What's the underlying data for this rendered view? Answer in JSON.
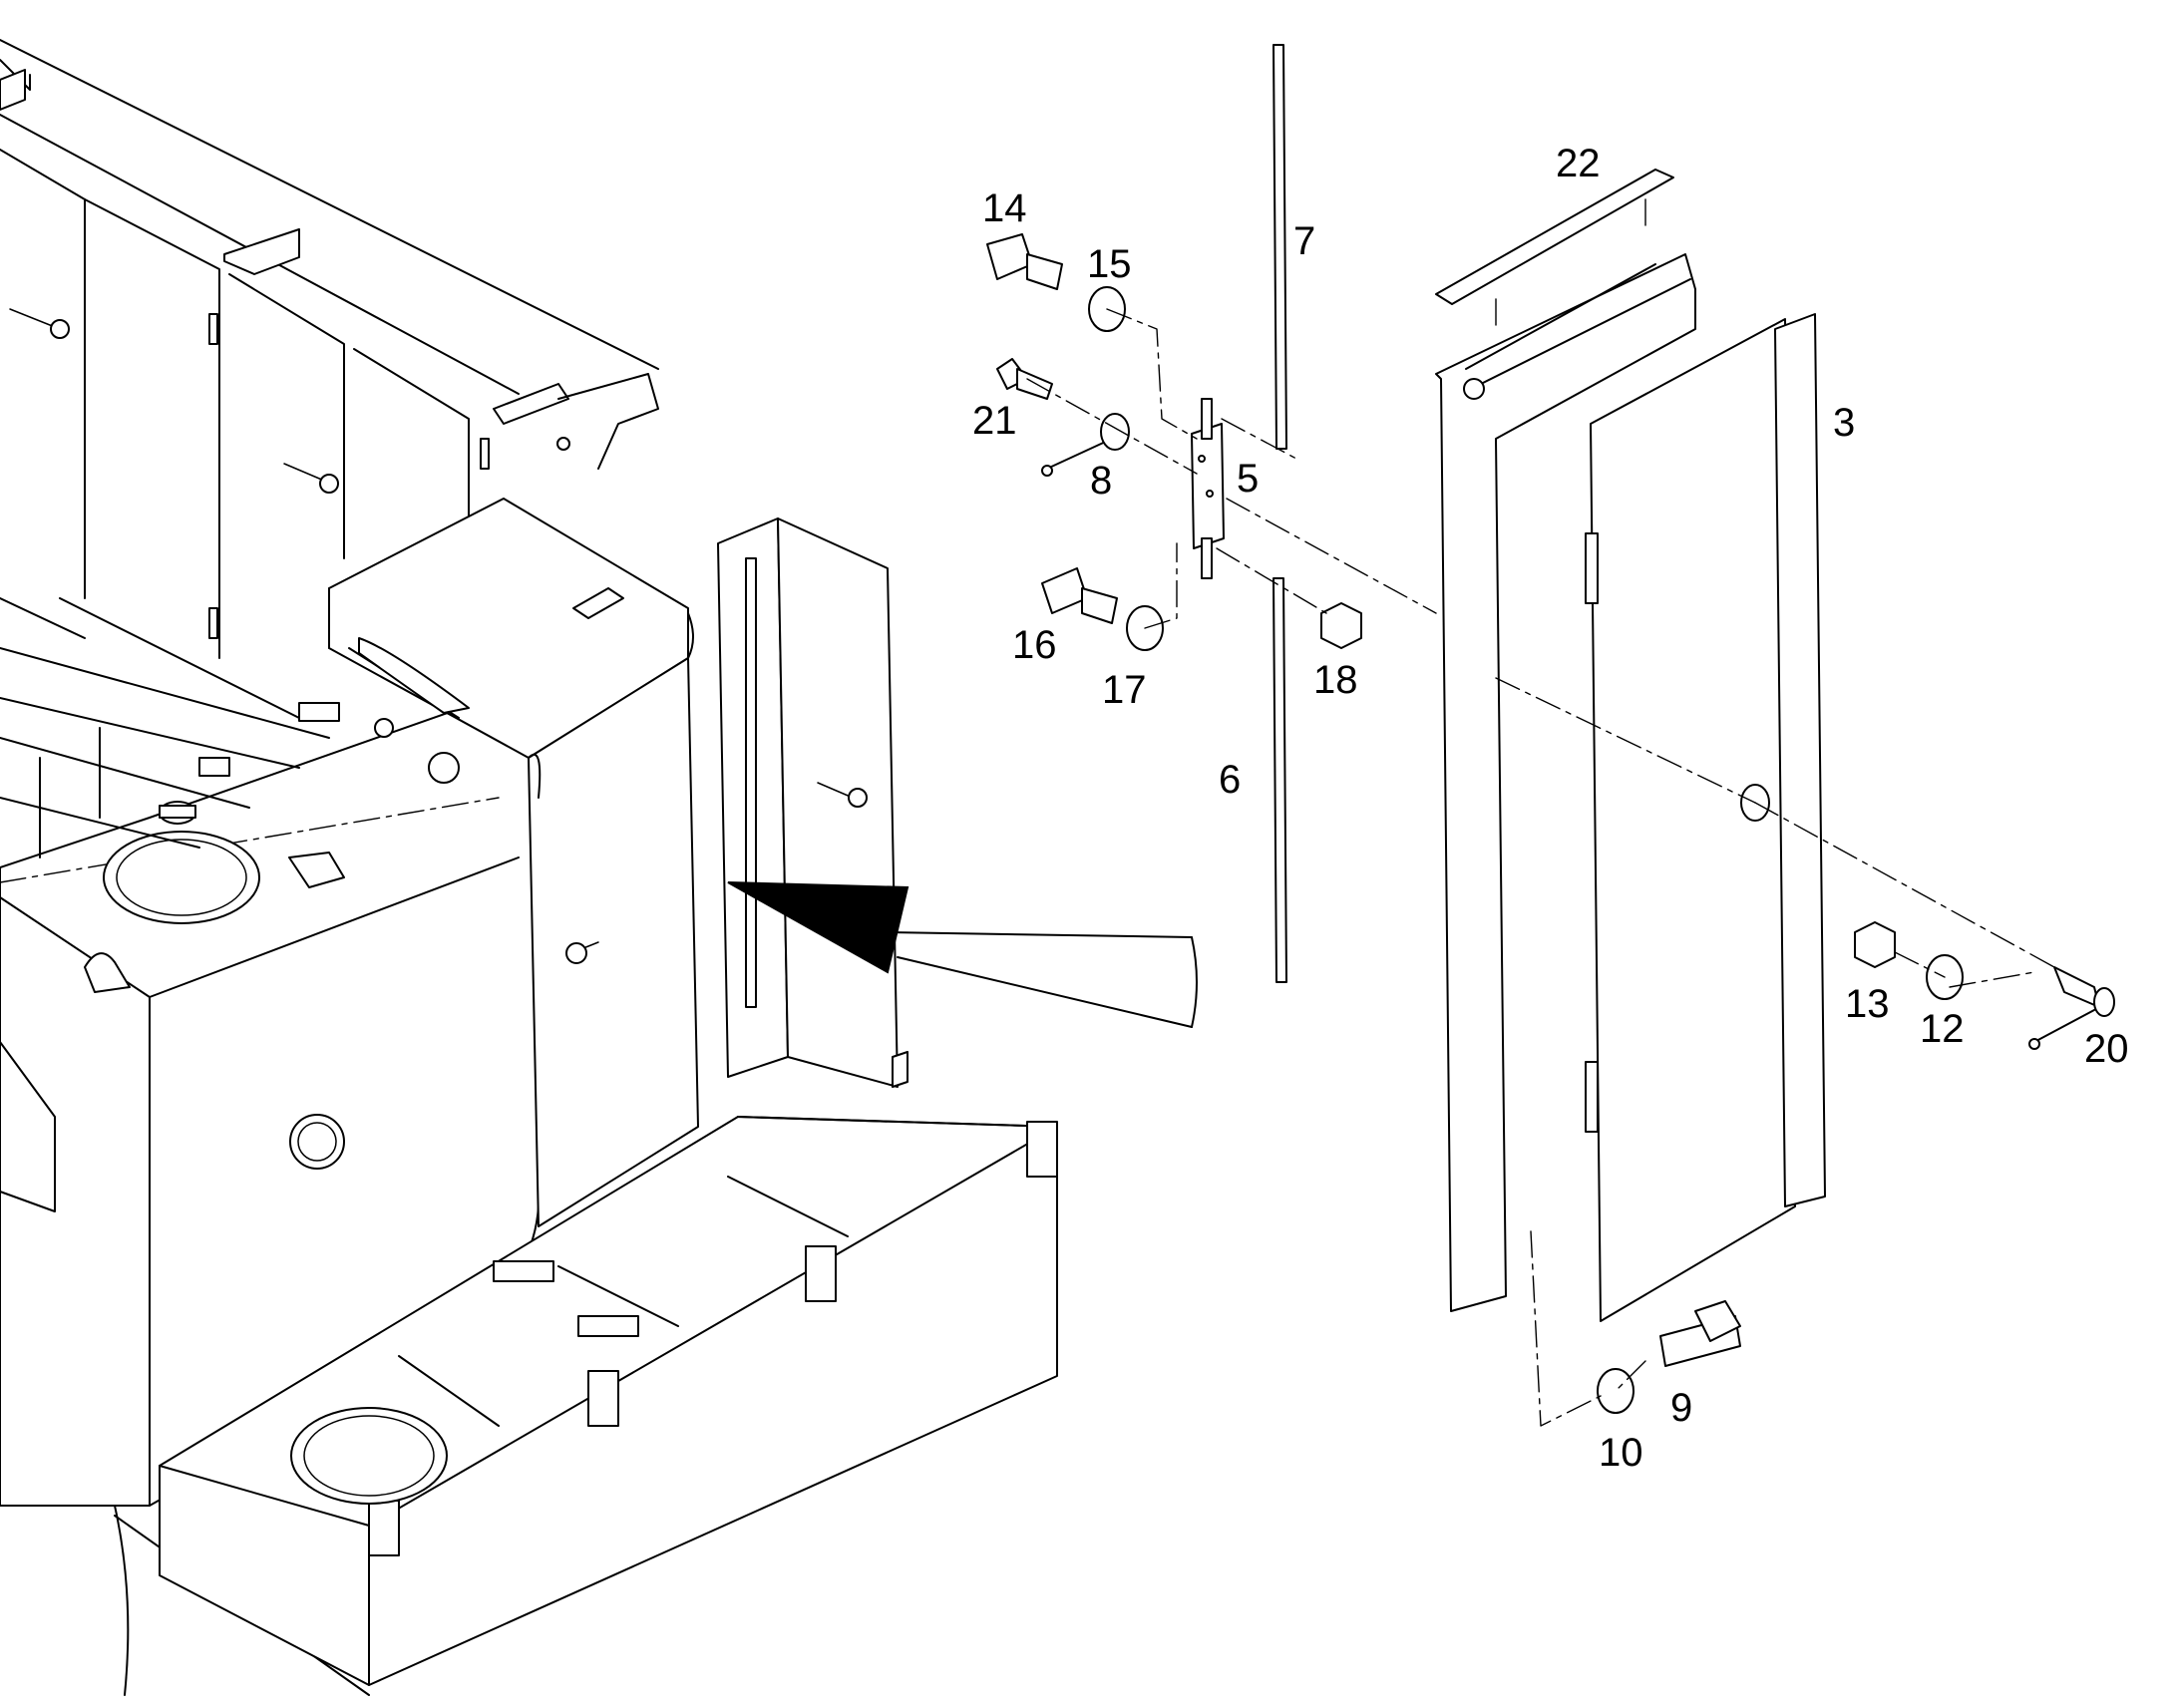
{
  "figure": {
    "callouts": [
      {
        "id": "c3",
        "text": "3"
      },
      {
        "id": "c5",
        "text": "5"
      },
      {
        "id": "c6",
        "text": "6"
      },
      {
        "id": "c7",
        "text": "7"
      },
      {
        "id": "c8",
        "text": "8"
      },
      {
        "id": "c9",
        "text": "9"
      },
      {
        "id": "c10",
        "text": "10"
      },
      {
        "id": "c12",
        "text": "12"
      },
      {
        "id": "c13",
        "text": "13"
      },
      {
        "id": "c14",
        "text": "14"
      },
      {
        "id": "c15",
        "text": "15"
      },
      {
        "id": "c16",
        "text": "16"
      },
      {
        "id": "c17",
        "text": "17"
      },
      {
        "id": "c18",
        "text": "18"
      },
      {
        "id": "c20",
        "text": "20"
      },
      {
        "id": "c21",
        "text": "21"
      },
      {
        "id": "c22",
        "text": "22"
      }
    ]
  }
}
